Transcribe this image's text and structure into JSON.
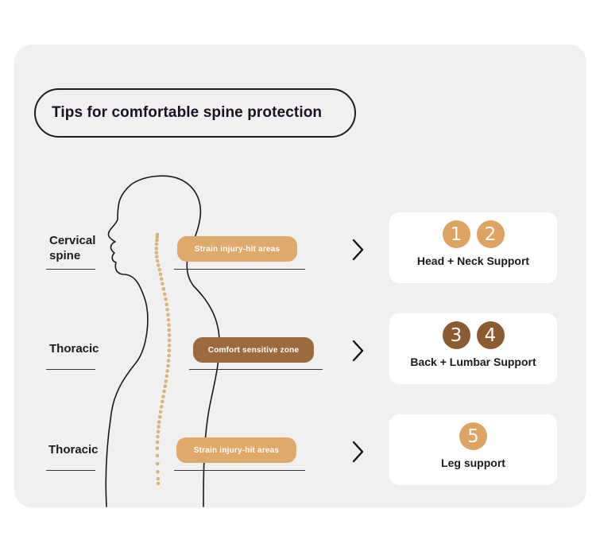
{
  "title": "Tips for comfortable spine protection",
  "regions": [
    {
      "label_line1": "Cervical",
      "label_line2": "spine",
      "tag": "Strain injury-hit areas",
      "card_numbers": [
        "1",
        "2"
      ],
      "card_label": "Head + Neck Support"
    },
    {
      "label_line1": "Thoracic",
      "tag": "Comfort sensitive zone",
      "card_numbers": [
        "3",
        "4"
      ],
      "card_label": "Back + Lumbar Support"
    },
    {
      "label_line1": "Thoracic",
      "tag": "Strain injury-hit areas",
      "card_numbers": [
        "5"
      ],
      "card_label": "Leg support"
    }
  ],
  "colors": {
    "panel": "#f1f0f0",
    "tag_light": "#dfa969",
    "tag_dark": "#9c6a3d",
    "badge_light": "#dda363",
    "badge_dark": "#8b5a2f",
    "spine_dot": "#d9b37b"
  },
  "icons": {
    "arrow": "chevron-right-icon",
    "figure": "human-silhouette-icon"
  }
}
